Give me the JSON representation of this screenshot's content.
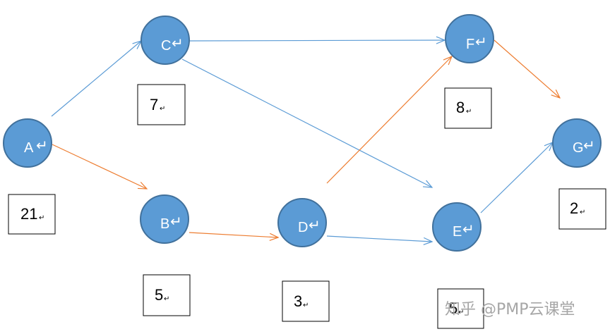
{
  "nodes": [
    {
      "id": "A",
      "label": "A"
    },
    {
      "id": "B",
      "label": "B"
    },
    {
      "id": "C",
      "label": "C"
    },
    {
      "id": "D",
      "label": "D"
    },
    {
      "id": "E",
      "label": "E"
    },
    {
      "id": "F",
      "label": "F"
    },
    {
      "id": "G",
      "label": "G"
    }
  ],
  "durations": [
    {
      "node": "A",
      "value": "21"
    },
    {
      "node": "B",
      "value": "5"
    },
    {
      "node": "C",
      "value": "7"
    },
    {
      "node": "D",
      "value": "3"
    },
    {
      "node": "E",
      "value": "5"
    },
    {
      "node": "F",
      "value": "8"
    },
    {
      "node": "G",
      "value": "2"
    }
  ],
  "edges": [
    {
      "from": "A",
      "to": "C",
      "path": "normal"
    },
    {
      "from": "A",
      "to": "B",
      "path": "critical"
    },
    {
      "from": "C",
      "to": "F",
      "path": "normal"
    },
    {
      "from": "C",
      "to": "E",
      "path": "normal"
    },
    {
      "from": "B",
      "to": "D",
      "path": "critical"
    },
    {
      "from": "D",
      "to": "F",
      "path": "critical"
    },
    {
      "from": "D",
      "to": "E",
      "path": "normal"
    },
    {
      "from": "F",
      "to": "G",
      "path": "critical"
    },
    {
      "from": "E",
      "to": "G",
      "path": "normal"
    }
  ],
  "colors": {
    "node_fill": "#5b9bd5",
    "normal_edge": "#5b9bd5",
    "critical_edge": "#ed7d31"
  },
  "return_mark": "↵",
  "watermark": "知乎 @PMP云课堂"
}
